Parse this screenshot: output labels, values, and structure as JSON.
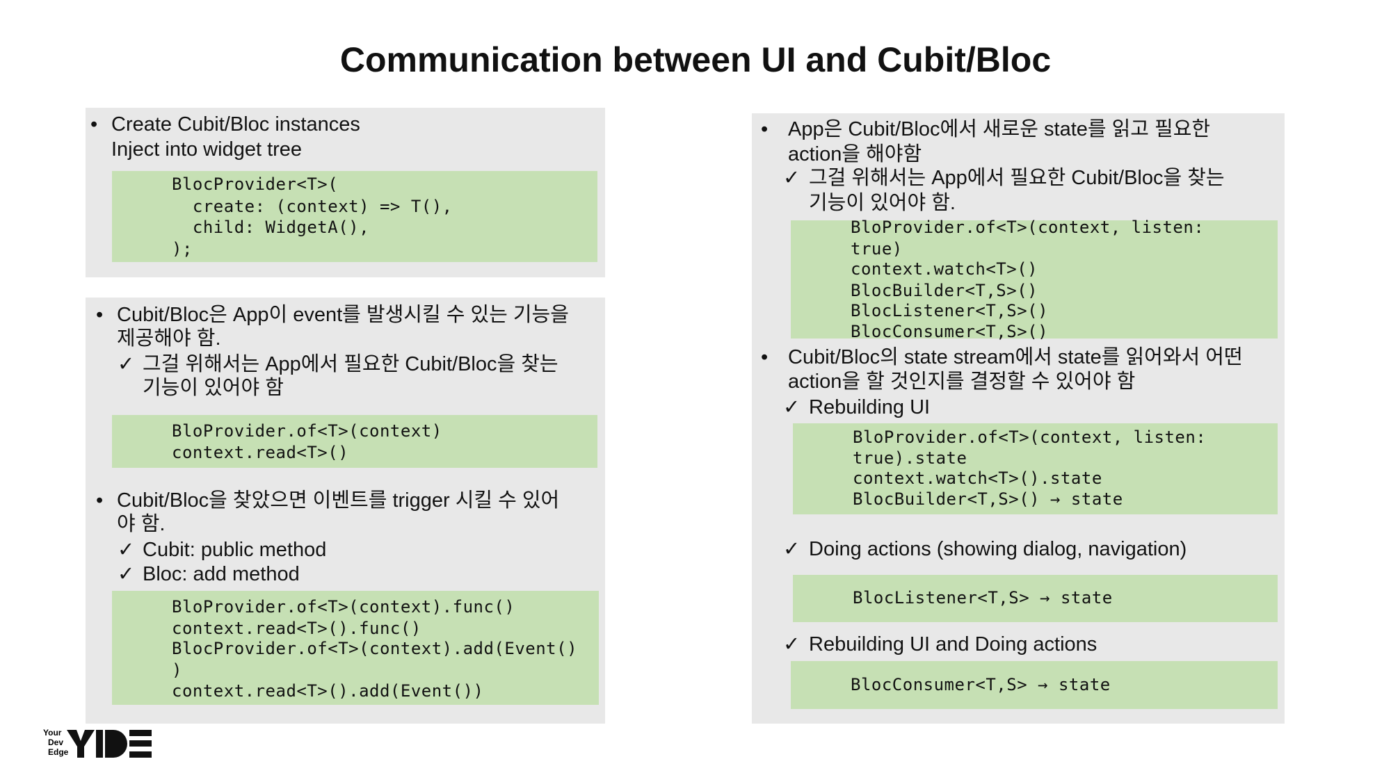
{
  "title": "Communication between UI and Cubit/Bloc",
  "bullet_glyph": "•",
  "check_glyph": "✓",
  "logo": {
    "text": "Your Dev Edge",
    "mark": "YDE"
  },
  "left_top": {
    "bullet_lines": [
      "Create Cubit/Bloc instances",
      "Inject into widget tree"
    ],
    "code": [
      "BlocProvider<T>(",
      "  create: (context) => T(),",
      "  child: WidgetA(),",
      ");"
    ]
  },
  "left_bottom": {
    "bullet1_lines": [
      "Cubit/Bloc은 App이 event를 발생시킬 수 있는 기능을",
      "제공해야 함."
    ],
    "check1_lines": [
      "그걸 위해서는 App에서 필요한 Cubit/Bloc을 찾는",
      "기능이 있어야 함"
    ],
    "code1": [
      "BloProvider.of<T>(context)",
      "context.read<T>()"
    ],
    "bullet2_lines": [
      "Cubit/Bloc을 찾았으면 이벤트를 trigger 시킬 수 있어",
      "야 함."
    ],
    "checks2": [
      "Cubit: public method",
      "Bloc: add method"
    ],
    "code2": [
      "BloProvider.of<T>(context).func()",
      "context.read<T>().func()",
      "BlocProvider.of<T>(context).add(Event()",
      ")",
      "context.read<T>().add(Event())"
    ]
  },
  "right": {
    "bullet1_lines": [
      "App은 Cubit/Bloc에서 새로운 state를 읽고 필요한",
      "action을 해야함"
    ],
    "check1_lines": [
      "그걸 위해서는 App에서 필요한 Cubit/Bloc을 찾는",
      "기능이 있어야 함."
    ],
    "code1": [
      "BloProvider.of<T>(context, listen:",
      "true)",
      "context.watch<T>()",
      "BlocBuilder<T,S>()",
      "BlocListener<T,S>()",
      "BlocConsumer<T,S>()"
    ],
    "bullet2_lines": [
      "Cubit/Bloc의 state stream에서 state를 읽어와서 어떤",
      "action을 할 것인지를 결정할 수 있어야 함"
    ],
    "check_rebuild": "Rebuilding UI",
    "code_rebuild": [
      "BloProvider.of<T>(context, listen:",
      "true).state",
      "context.watch<T>().state",
      "BlocBuilder<T,S>() → state"
    ],
    "check_actions": "Doing actions (showing dialog, navigation)",
    "code_actions": [
      "BlocListener<T,S> → state"
    ],
    "check_both": "Rebuilding UI and Doing actions",
    "code_both": [
      "BlocConsumer<T,S> → state"
    ]
  }
}
